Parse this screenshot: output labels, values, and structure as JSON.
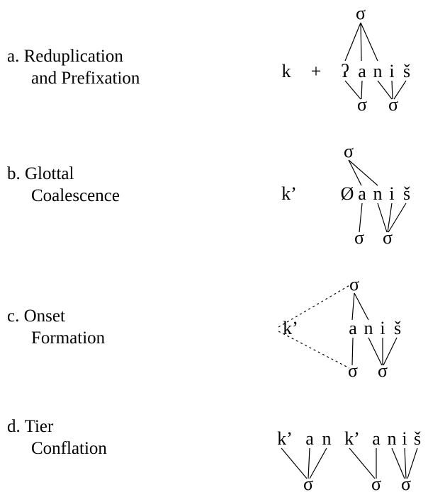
{
  "steps": [
    {
      "letter": "a.",
      "line1": "Reduplication",
      "line2": "and Prefixation"
    },
    {
      "letter": "b.",
      "line1": "Glottal",
      "line2": "Coalescence"
    },
    {
      "letter": "c.",
      "line1": "Onset",
      "line2": "Formation"
    },
    {
      "letter": "d.",
      "line1": "Tier",
      "line2": "Conflation"
    }
  ],
  "symbols": {
    "sigma": "σ",
    "k": "k",
    "k_ejective": "k’",
    "plus": "+",
    "glottal_stop": "ʔ",
    "null": "Ø",
    "a": "a",
    "n": "n",
    "i": "i",
    "s_caron": "š"
  }
}
